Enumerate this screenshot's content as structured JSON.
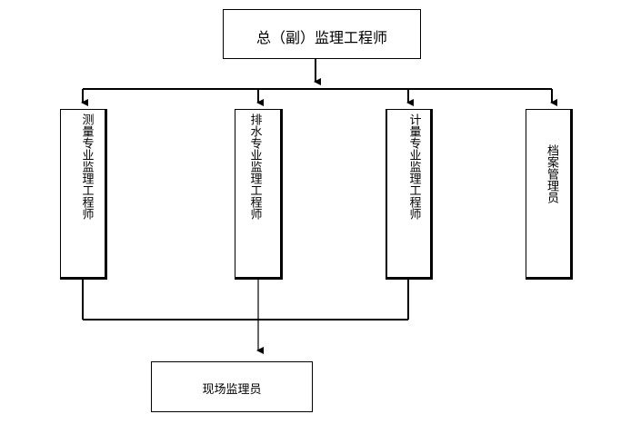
{
  "org_chart": {
    "top": {
      "label": "总（副）监理工程师"
    },
    "middle": [
      {
        "label": "测量专业监理工程师"
      },
      {
        "label": "排水专业监理工程师"
      },
      {
        "label": "计量专业监理工程师"
      },
      {
        "label": "档案管理员"
      }
    ],
    "bottom": {
      "label": "现场监理员"
    }
  }
}
